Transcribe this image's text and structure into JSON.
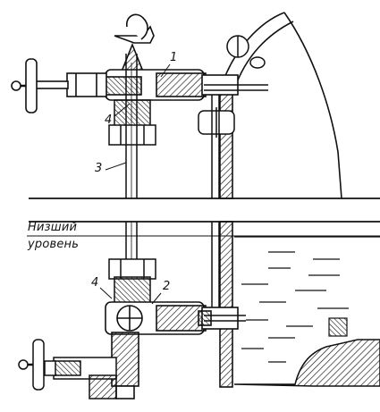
{
  "callouts": {
    "valve_top": "1",
    "valve_bottom": "2",
    "glass_tube": "3",
    "gland_top": "4",
    "gland_bottom": "4"
  },
  "level_label": {
    "line1": "Низший",
    "line2": "уровень"
  },
  "colors": {
    "ink": "#111111",
    "paper": "#ffffff"
  }
}
